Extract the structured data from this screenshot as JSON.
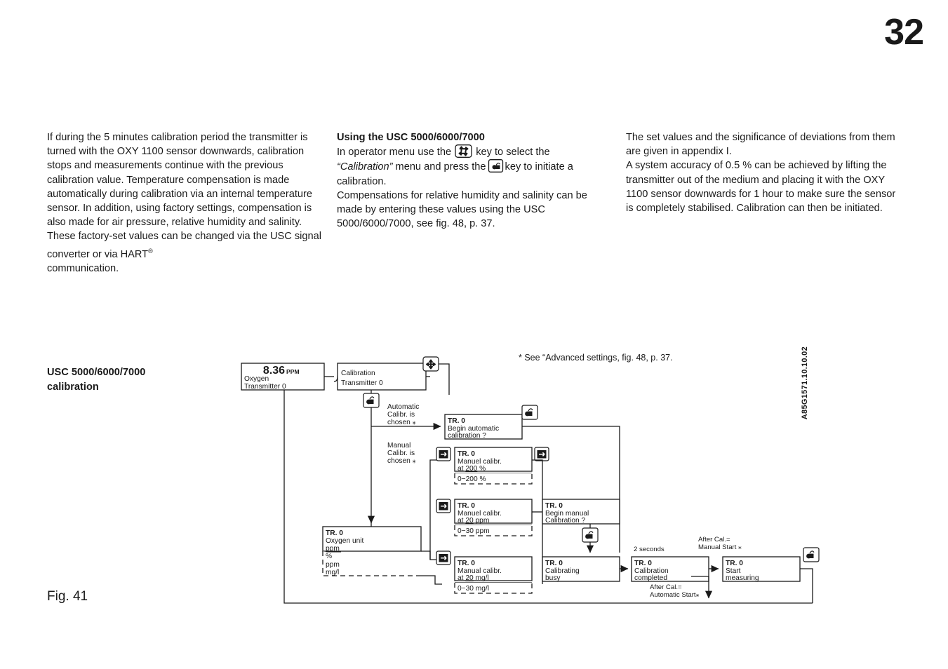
{
  "page": {
    "number": "32"
  },
  "columns": {
    "col1": {
      "paragraph": "If during the 5 minutes calibration period the transmitter is turned with the OXY 1100 sensor downwards, calibration stops and measurements continue with the previous calibration value. Temperature compensation is made automatically during calibration via an internal temperature sensor. In addition, using factory settings, compensation is also made for air pressure, relative humidity and salinity. These factory-set values can be changed via the USC signal converter or via HART",
      "superscript": "®",
      "paragraph_end": "communication."
    },
    "col2": {
      "heading": "Using the USC 5000/6000/7000",
      "line1_a": "In operator menu use the",
      "line1_b": "key to select the",
      "line2_a": "“Calibration”",
      "line2_b": "menu and press the",
      "line2_c": "key to initiate a",
      "line3": "calibration.",
      "paragraph2": "Compensations for relative humidity and salinity can be made by entering these values using the USC 5000/6000/7000, see fig. 48, p. 37.",
      "nav_key_icon": "four-arrow-navigation-key",
      "enter_key_icon": "enter-ok-key"
    },
    "col3": {
      "paragraph1": "The set values and the significance of deviations from them are given in appendix I.",
      "paragraph2": "A system accuracy of 0.5 % can be achieved by lifting the transmitter out of the medium and placing it with the OXY 1100 sensor downwards for 1 hour to make sure the sensor is completely stabilised. Calibration can then be initiated."
    }
  },
  "figure": {
    "side_label_line1": "USC 5000/6000/7000",
    "side_label_line2": "calibration",
    "caption": "Fig. 41",
    "footnote": "* See “Advanced settings, fig. 48, p. 37.",
    "drawing_code": "A85G1571.10.10.02"
  },
  "flow": {
    "display_measure": {
      "value": "8.36",
      "unit": "PPM",
      "line2": "Oxygen",
      "line3": "Transmitter  0"
    },
    "display_calibration": {
      "line1": "Calibration",
      "line2": "Transmitter  0"
    },
    "branch_automatic": {
      "label_l1": "Automatic",
      "label_l2": "Calibr.  is",
      "label_l3": "chosen ⁎"
    },
    "branch_manual": {
      "label_l1": "Manual",
      "label_l2": "Calibr.  is",
      "label_l3": "chosen ⁎"
    },
    "box_begin_auto": {
      "title": "TR. 0",
      "line1": "Begin  automatic",
      "line2": "calibration  ?"
    },
    "box_manual_200": {
      "title": "TR. 0",
      "line1": "Manuel  calibr.",
      "line2_pre": "at ",
      "line2_val": "200",
      "line2_post": " %",
      "range": "0−200  %"
    },
    "box_oxygen_unit": {
      "title": "TR. 0",
      "line1": "Oxygen  unit",
      "selected": "ppm",
      "option1": "%",
      "option2": "ppm",
      "option3": "mg/l"
    },
    "box_manual_20ppm": {
      "title": "TR. 0",
      "line1": "Manuel  calibr.",
      "line2_pre": "at ",
      "line2_val": "20",
      "line2_post": " ppm",
      "range": "0−30  ppm"
    },
    "box_manual_20mgl": {
      "title": "TR. 0",
      "line1": "Manual  calibr.",
      "line2_pre": "at ",
      "line2_val": "20",
      "line2_post": " mg/l",
      "range": "0−30  mg/l"
    },
    "box_begin_manual": {
      "title": "TR. 0",
      "line1": "Begin  manual",
      "line2": "Calibration  ?"
    },
    "box_calibrating": {
      "title": "TR. 0",
      "line1": "Calibrating",
      "line2": "busy"
    },
    "box_completed": {
      "title": "TR. 0",
      "line1": "Calibration",
      "line2": "completed"
    },
    "box_start_measuring": {
      "title": "TR. 0",
      "line1": "Start",
      "line2": "measuring"
    },
    "annotations": {
      "two_seconds": "2 seconds",
      "after_cal_manual_l1": "After Cal.=",
      "after_cal_manual_l2": "Manual  Start ⁎",
      "after_cal_auto_l1": "After Cal.=",
      "after_cal_auto_l2": "Automatic  Start⁎"
    },
    "icons": {
      "nav_key": "four-arrow-navigation-key",
      "enter_key": "enter-ok-key",
      "right_key": "right-arrow-key"
    }
  },
  "colors": {
    "ink": "#1a1a1a",
    "paper": "#ffffff"
  }
}
